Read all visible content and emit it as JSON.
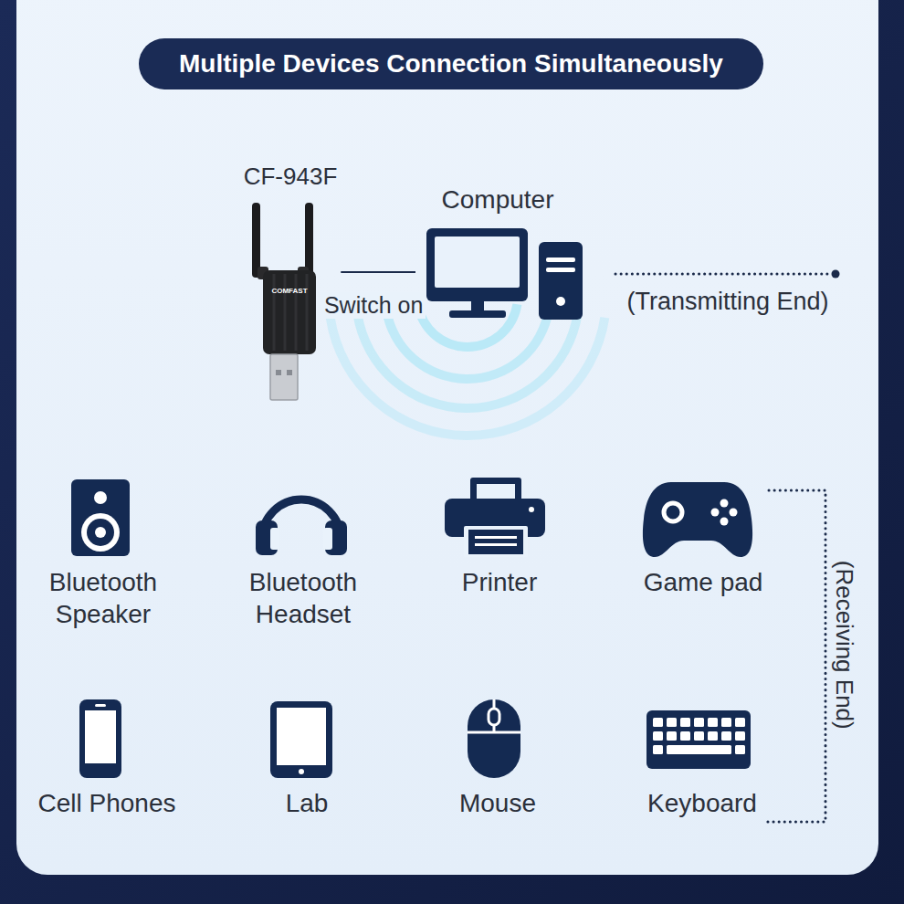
{
  "diagram": {
    "title": "Multiple Devices Connection Simultaneously",
    "nodes": [
      {
        "text": [
          "CF-943F"
        ]
      },
      {
        "text": [
          "Computer"
        ]
      }
    ],
    "edges": [
      {
        "from": 0,
        "to": 1,
        "label": "Switch on",
        "arrow": "none"
      }
    ],
    "labels": [
      "(Transmitting End)",
      "Bluetooth Speaker",
      "Bluetooth Headset",
      "Printer",
      "Game pad",
      "(Receiving End)",
      "Cell Phones",
      "Lab",
      "Mouse",
      "Keyboard",
      "COMFAST"
    ]
  }
}
